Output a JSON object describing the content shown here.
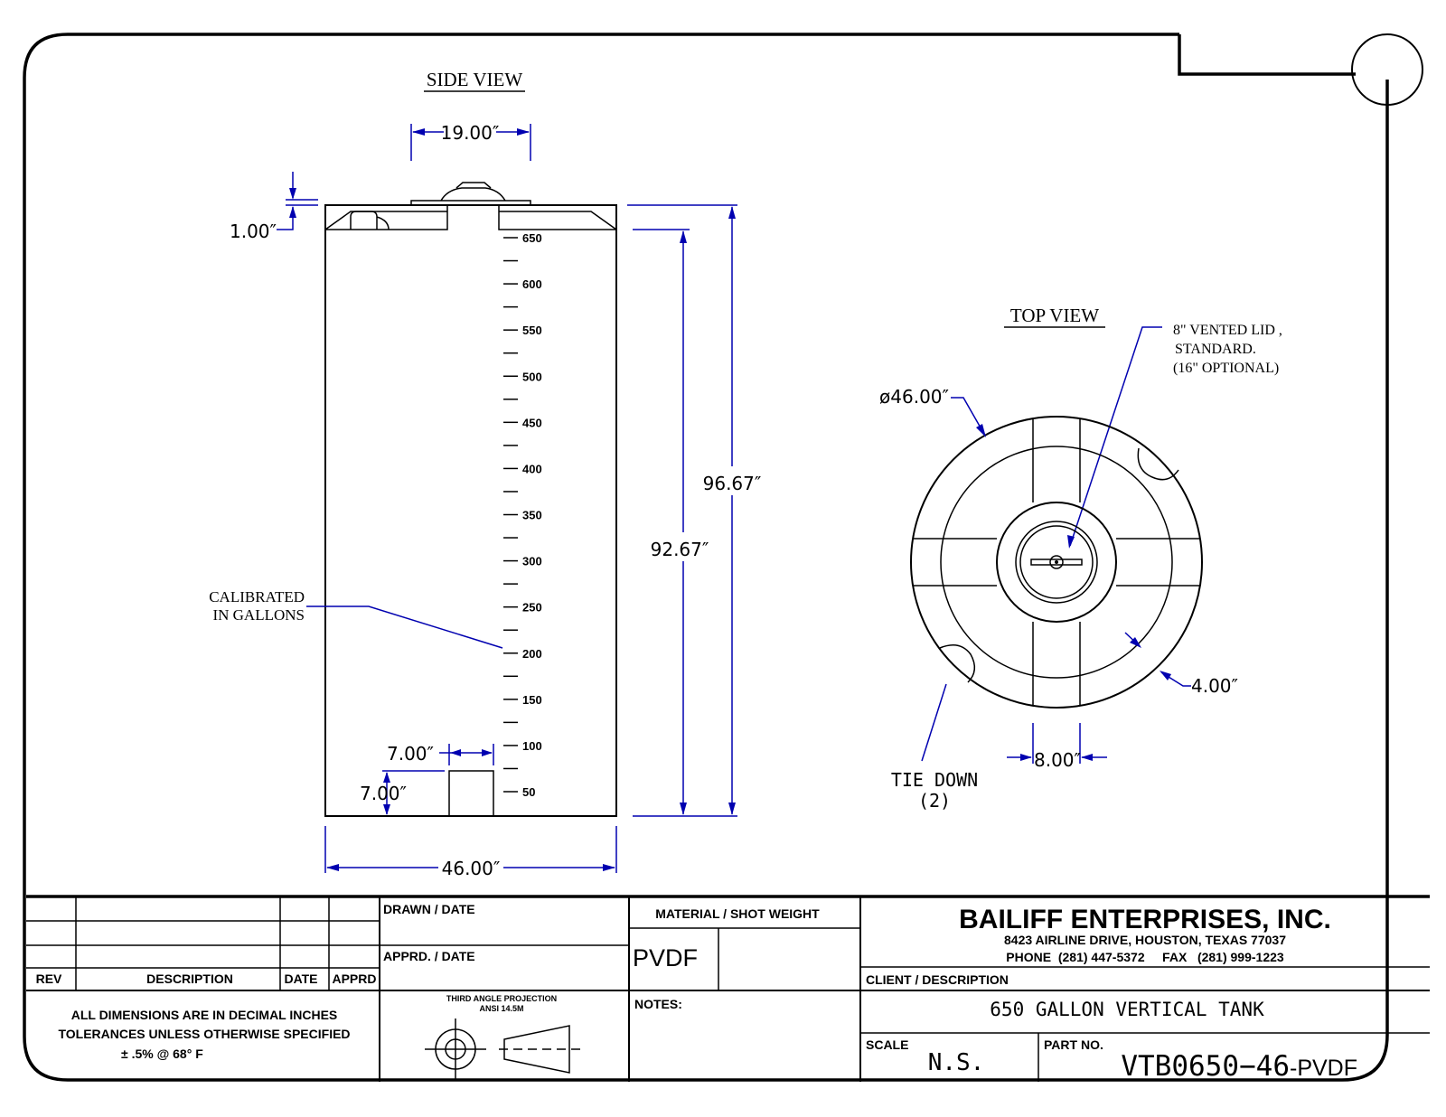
{
  "side_view": {
    "title": "SIDE VIEW",
    "dim_top_opening": "19.00″",
    "dim_top_offset": "1.00″",
    "dim_overall_height": "96.67″",
    "dim_body_height": "92.67″",
    "dim_outlet_width": "7.00″",
    "dim_outlet_height": "7.00″",
    "dim_diameter": "46.00″",
    "calibration_label_line1": "CALIBRATED",
    "calibration_label_line2": "IN GALLONS",
    "gallon_marks": [
      "650",
      "600",
      "550",
      "500",
      "450",
      "400",
      "350",
      "300",
      "250",
      "200",
      "150",
      "100",
      "50"
    ]
  },
  "top_view": {
    "title": "TOP VIEW",
    "lid_note_line1": "8\" VENTED LID ,",
    "lid_note_line2": "STANDARD.",
    "lid_note_line3": "(16\" OPTIONAL)",
    "dim_diameter": "ø46.00″",
    "dim_rib": "4.00″",
    "dim_channel": "8.00″",
    "tie_down_line1": "TIE DOWN",
    "tie_down_line2": "(2)"
  },
  "title_block": {
    "rev_header": "REV",
    "description_header": "DESCRIPTION",
    "date_header": "DATE",
    "apprd_header": "APPRD",
    "drawn_date": "DRAWN / DATE",
    "apprd_date": "APPRD. / DATE",
    "material_header": "MATERIAL / SHOT WEIGHT",
    "material_value": "PVDF",
    "notes_header": "NOTES:",
    "tolerance_line1": "ALL DIMENSIONS ARE IN DECIMAL INCHES",
    "tolerance_line2": "TOLERANCES UNLESS OTHERWISE SPECIFIED",
    "tolerance_line3": "±  .5% @ 68° F",
    "projection_line1": "THIRD ANGLE PROJECTION",
    "projection_line2": "ANSI 14.5M",
    "company_name": "BAILIFF ENTERPRISES, INC.",
    "company_address": "8423 AIRLINE DRIVE, HOUSTON, TEXAS  77037",
    "company_phone": "PHONE  (281) 447-5372     FAX   (281) 999-1223",
    "client_header": "CLIENT / DESCRIPTION",
    "client_description": "650 GALLON VERTICAL TANK",
    "scale_header": "SCALE",
    "scale_value": "N.S.",
    "part_header": "PART NO.",
    "part_number_main": "VTB0650−46",
    "part_number_suffix": "-PVDF"
  }
}
